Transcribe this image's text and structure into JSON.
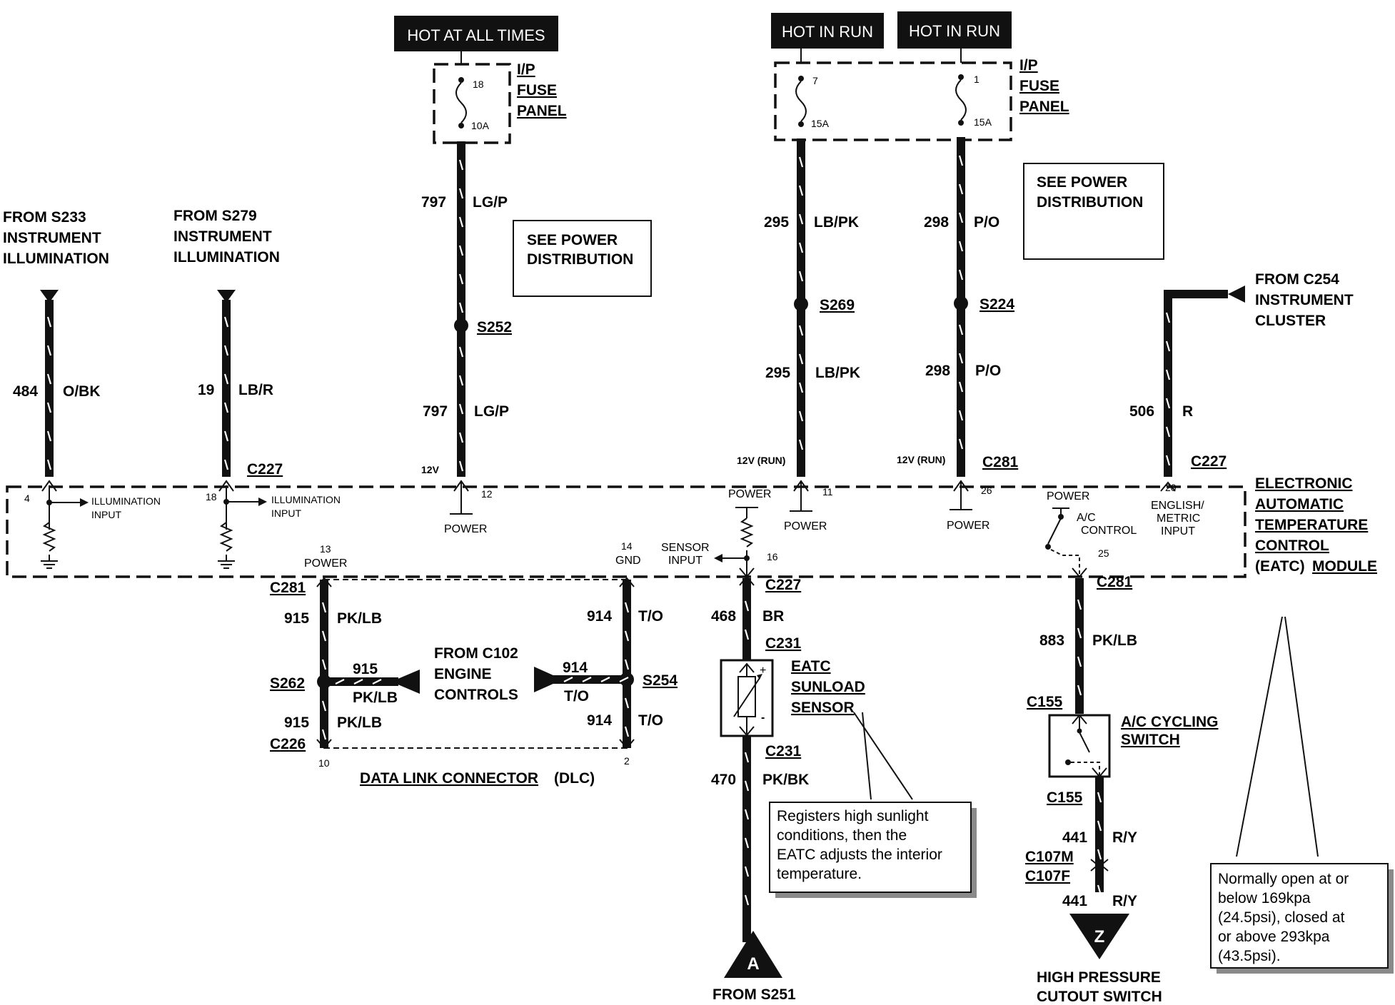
{
  "hot_labels": [
    "HOT AT ALL TIMES",
    "HOT IN RUN",
    "HOT IN RUN"
  ],
  "fuse_panel_left": {
    "line1": "I/P",
    "line2": "FUSE",
    "line3": "PANEL",
    "fuse_num": "18",
    "fuse_rating": "10A"
  },
  "fuse_panel_right": {
    "line1": "I/P",
    "line2": "FUSE",
    "line3": "PANEL",
    "fuse1_num": "7",
    "fuse1_rating": "15A",
    "fuse2_num": "1",
    "fuse2_rating": "15A"
  },
  "power_dist_1": {
    "line1": "SEE POWER",
    "line2": "DISTRIBUTION"
  },
  "power_dist_2": {
    "line1": "SEE POWER",
    "line2": "DISTRIBUTION"
  },
  "from_s233": {
    "line1": "FROM S233",
    "line2": "INSTRUMENT",
    "line3": "ILLUMINATION"
  },
  "from_s279": {
    "line1": "FROM S279",
    "line2": "INSTRUMENT",
    "line3": "ILLUMINATION"
  },
  "from_c254": {
    "line1": "FROM C254",
    "line2": "INSTRUMENT",
    "line3": "CLUSTER"
  },
  "wires": {
    "w484": {
      "num": "484",
      "color": "O/BK"
    },
    "w19": {
      "num": "19",
      "color": "LB/R"
    },
    "w797a": {
      "num": "797",
      "color": "LG/P"
    },
    "w797b": {
      "num": "797",
      "color": "LG/P"
    },
    "w295a": {
      "num": "295",
      "color": "LB/PK"
    },
    "w295b": {
      "num": "295",
      "color": "LB/PK"
    },
    "w298a": {
      "num": "298",
      "color": "P/O"
    },
    "w298b": {
      "num": "298",
      "color": "P/O"
    },
    "w506": {
      "num": "506",
      "color": "R"
    },
    "w915a": {
      "num": "915",
      "color": "PK/LB"
    },
    "w915b": {
      "num": "915",
      "color": "PK/LB"
    },
    "w915c": {
      "num": "915",
      "color": "PK/LB"
    },
    "w914a": {
      "num": "914",
      "color": "T/O"
    },
    "w914b": {
      "num": "914",
      "color": "T/O"
    },
    "w914c": {
      "num": "914",
      "color": "T/O"
    },
    "w468": {
      "num": "468",
      "color": "BR"
    },
    "w470": {
      "num": "470",
      "color": "PK/BK"
    },
    "w883": {
      "num": "883",
      "color": "PK/LB"
    },
    "w441a": {
      "num": "441",
      "color": "R/Y"
    },
    "w441b": {
      "num": "441",
      "color": "R/Y"
    }
  },
  "splices": {
    "s252": "S252",
    "s269": "S269",
    "s224": "S224",
    "s262": "S262",
    "s254": "S254"
  },
  "connectors": {
    "c227a": "C227",
    "c227b": "C227",
    "c281a": "C281",
    "c281b": "C281",
    "c281c": "C281",
    "c227c": "C227",
    "c231a": "C231",
    "c231b": "C231",
    "c226": "C226",
    "c155a": "C155",
    "c155b": "C155",
    "c107m": "C107M",
    "c107f": "C107F"
  },
  "module": {
    "label1": "ELECTRONIC",
    "label2": "AUTOMATIC",
    "label3": "TEMPERATURE",
    "label4": "CONTROL",
    "label5": "(EATC)",
    "label6": "MODULE",
    "pins": {
      "p4": "4",
      "p18": "18",
      "p12": "12",
      "p11": "11",
      "p26": "26",
      "p20": "20",
      "p13": "13",
      "p14": "14",
      "p16": "16",
      "p25": "25"
    },
    "illum1": {
      "line1": "ILLUMINATION",
      "line2": "INPUT"
    },
    "illum2": {
      "line1": "ILLUMINATION",
      "line2": "INPUT"
    },
    "v12": "12V",
    "v12run1": "12V (RUN)",
    "v12run2": "12V (RUN)",
    "power_12": "POWER",
    "power_16": "POWER",
    "power_11": "POWER",
    "power_26": "POWER",
    "power_25": "POWER",
    "ac_control": {
      "line1": "A/C",
      "line2": "CONTROL"
    },
    "eng_metric": {
      "line1": "ENGLISH/",
      "line2": "METRIC",
      "line3": "INPUT"
    },
    "power_13": "POWER",
    "gnd": "GND",
    "sensor_input": {
      "line1": "SENSOR",
      "line2": "INPUT"
    }
  },
  "dlc": {
    "label": "DATA LINK CONNECTOR",
    "suffix": "(DLC)",
    "pin10": "10",
    "pin2": "2"
  },
  "from_c102": {
    "line1": "FROM C102",
    "line2": "ENGINE",
    "line3": "CONTROLS"
  },
  "sunload": {
    "line1": "EATC",
    "line2": "SUNLOAD",
    "line3": "SENSOR",
    "plus": "+",
    "minus": "-"
  },
  "note_sunlight": {
    "line1": "Registers  high  sunlight",
    "line2": "conditions,   then   the",
    "line3": "EATC adjusts the interior",
    "line4": "temperature."
  },
  "ac_switch": {
    "line1": "A/C CYCLING",
    "line2": "SWITCH"
  },
  "note_pressure": {
    "line1": "Normally open at or",
    "line2": "below        169kpa",
    "line3": "(24.5psi), closed at",
    "line4": "or    above    293kpa",
    "line5": "(43.5psi)."
  },
  "arrow_a": {
    "letter": "A",
    "label": "FROM S251"
  },
  "arrow_z": {
    "letter": "Z",
    "line1": "HIGH PRESSURE",
    "line2": "CUTOUT SWITCH"
  }
}
